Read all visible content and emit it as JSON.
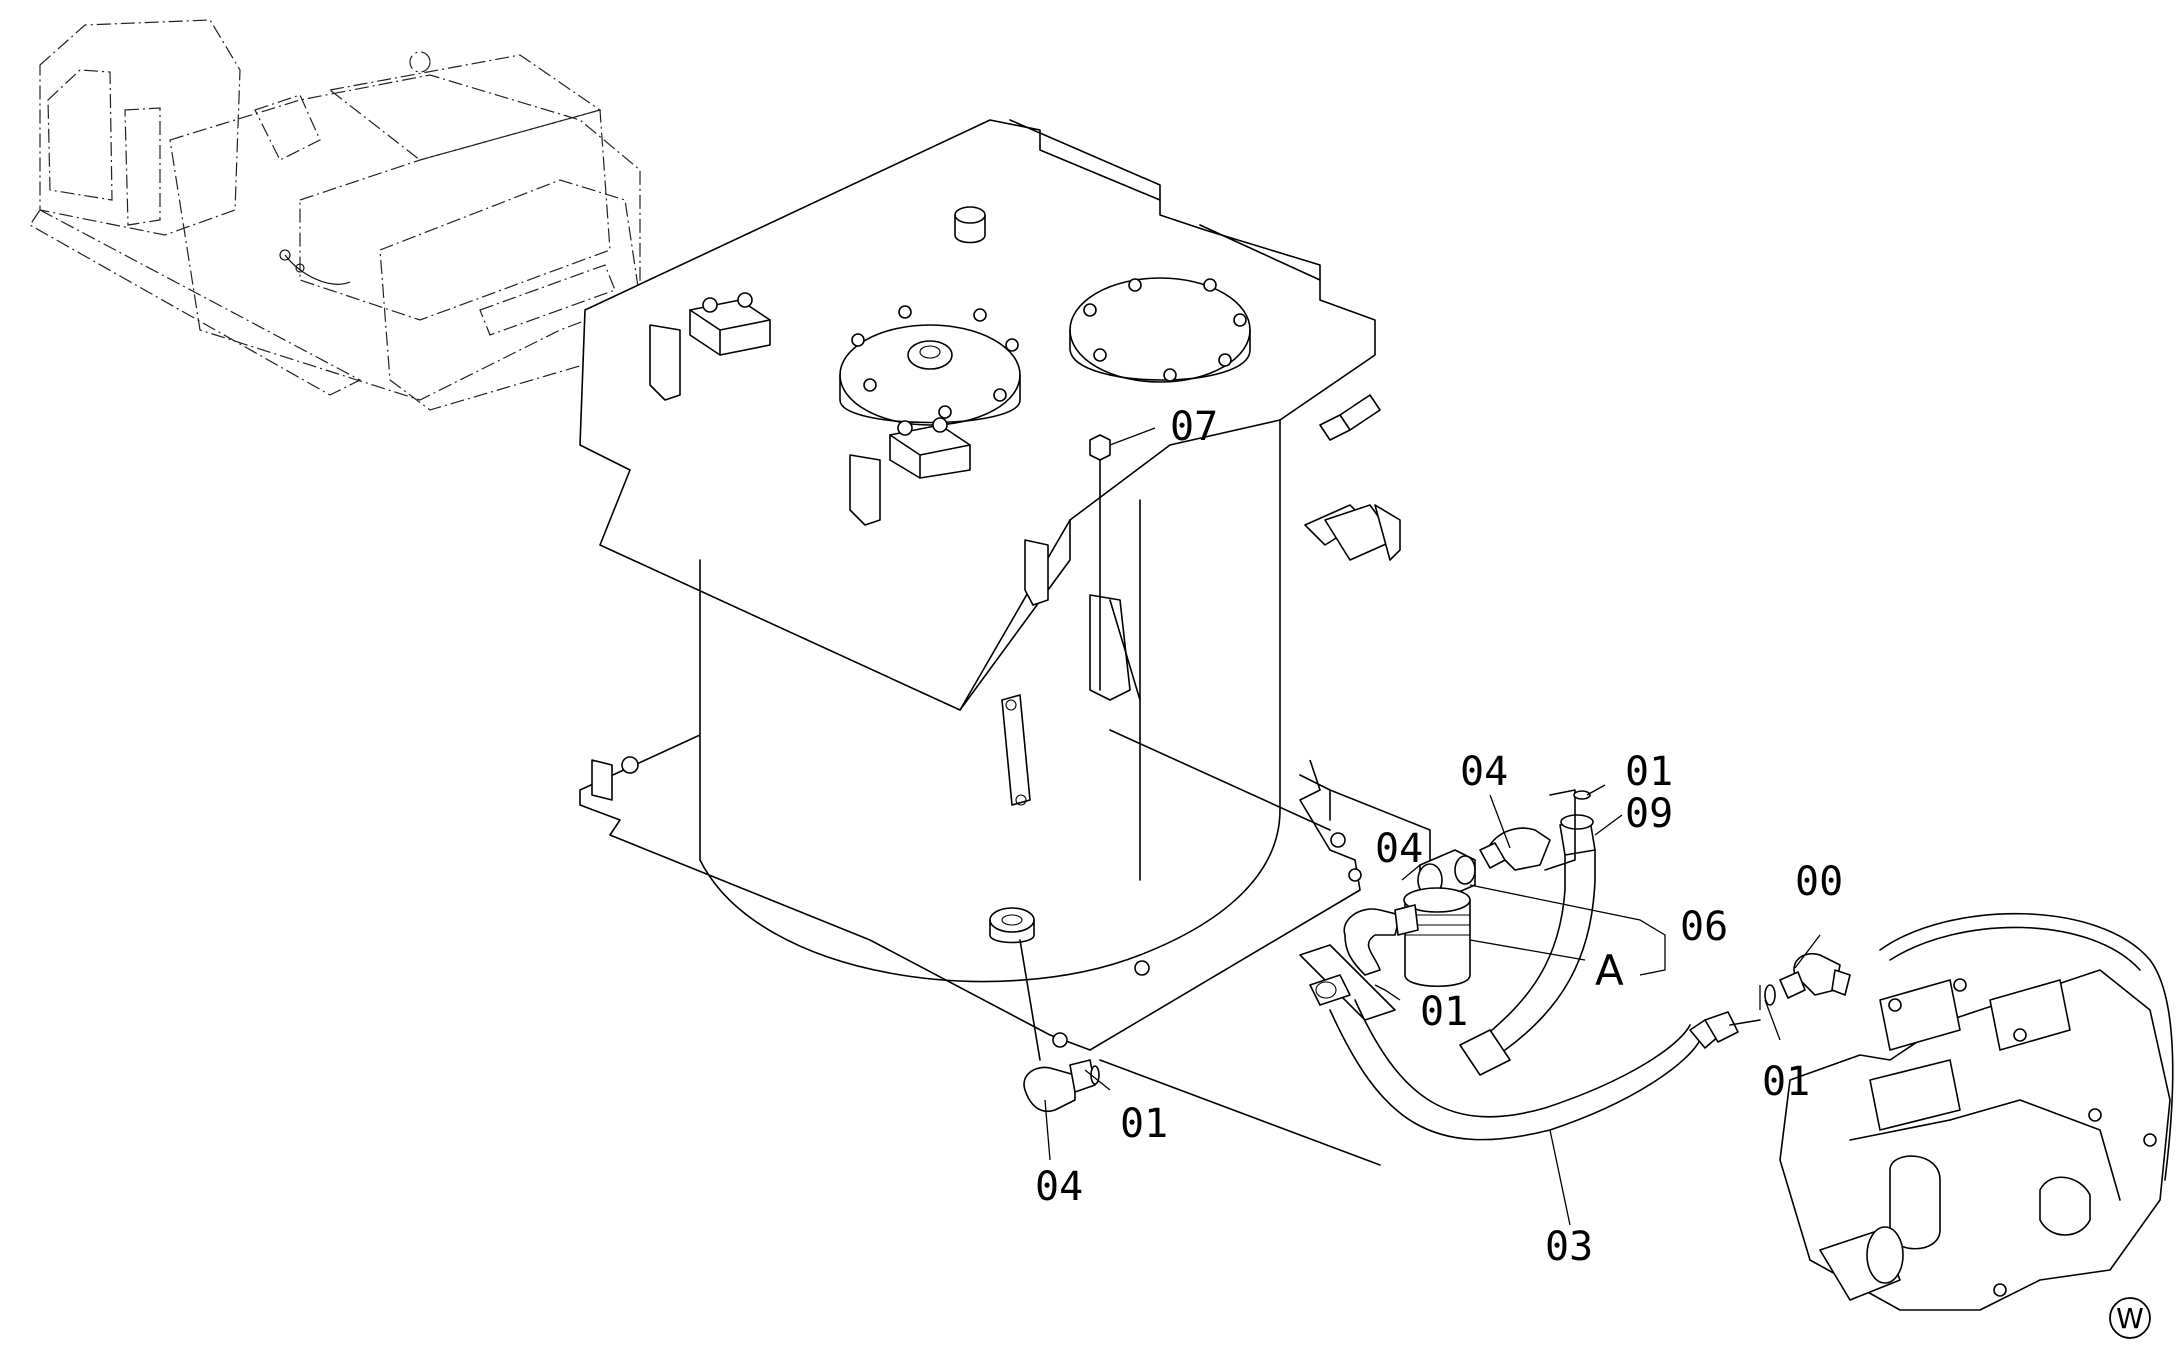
{
  "labels": {
    "p07": "07",
    "p04_top": "04",
    "p01_top": "01",
    "p09": "09",
    "p04_mid": "04",
    "p06": "06",
    "pA": "A",
    "p01_mid": "01",
    "p00": "00",
    "p01_right": "01",
    "p01_low": "01",
    "p04_low": "04",
    "p03": "03"
  },
  "corner_mark": "W"
}
